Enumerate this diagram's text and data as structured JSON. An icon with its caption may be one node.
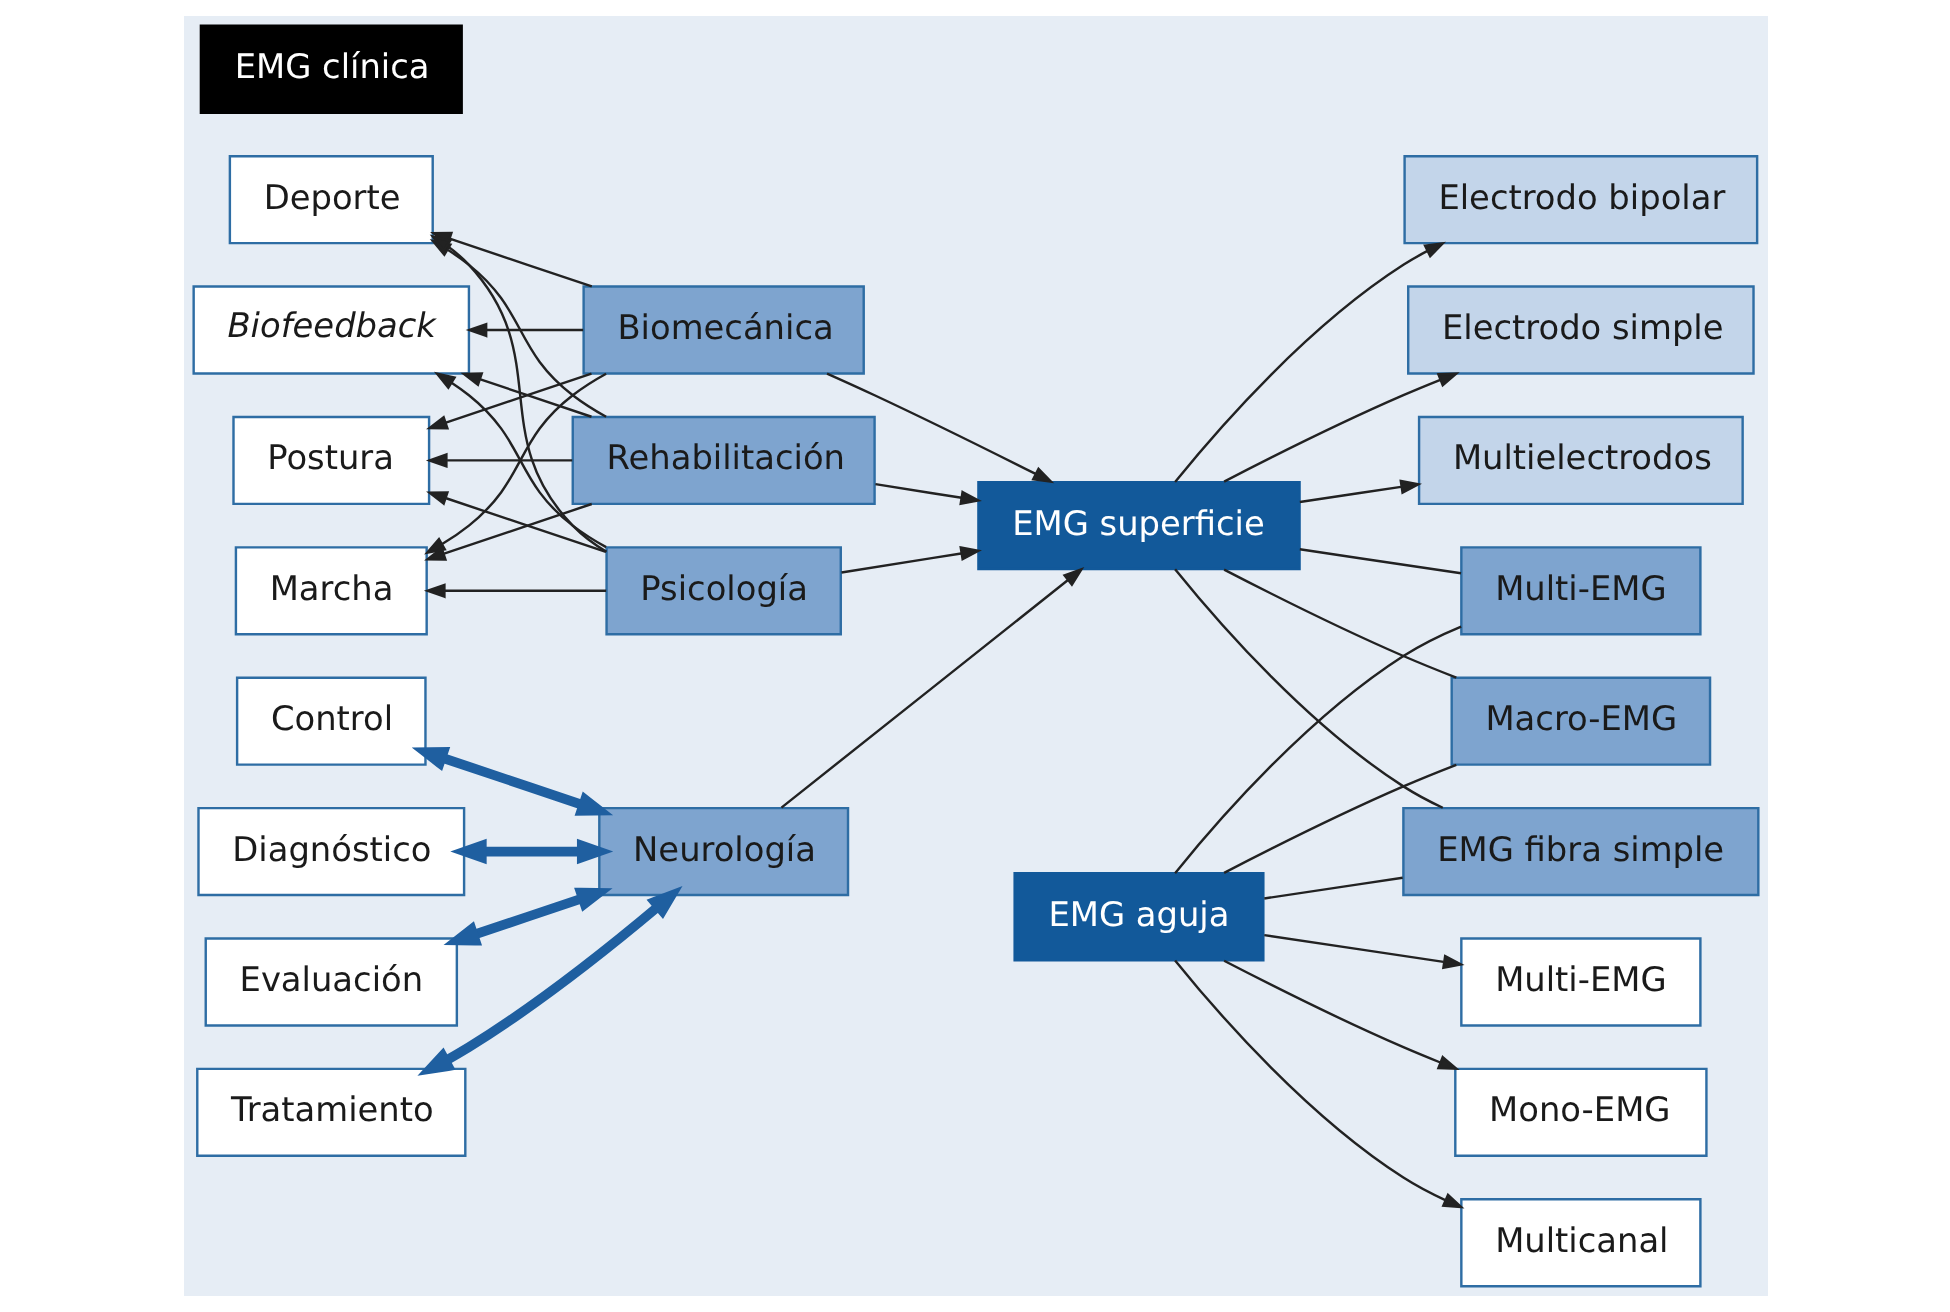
{
  "diagram": {
    "nodes": [
      {
        "text": [
          "Electrodo bipolar"
        ]
      },
      {
        "text": [
          "Electrodo simple"
        ]
      },
      {
        "text": [
          "Multielectrodos"
        ]
      },
      {
        "text": [
          "Postura"
        ]
      },
      {
        "text": [
          "Marcha"
        ]
      },
      {
        "text": [
          "Deporte"
        ]
      },
      {
        "text": [
          "Biofeedback"
        ]
      },
      {
        "text": [
          "Biomecánica"
        ]
      },
      {
        "text": [
          "Rehabilitación"
        ]
      },
      {
        "text": [
          "Psicología"
        ]
      },
      {
        "text": [
          "Neurología"
        ]
      },
      {
        "text": [
          "EMG superficie"
        ]
      },
      {
        "text": [
          "EMG aguja"
        ]
      },
      {
        "text": [
          "Multi-EMG"
        ]
      },
      {
        "text": [
          "Macro-EMG"
        ]
      },
      {
        "text": [
          "EMG fibra simple"
        ]
      },
      {
        "text": [
          "EMG clínica"
        ]
      },
      {
        "text": [
          "Control"
        ]
      },
      {
        "text": [
          "Diagnóstico"
        ]
      },
      {
        "text": [
          "Evaluación"
        ]
      },
      {
        "text": [
          "Tratamiento"
        ]
      },
      {
        "text": [
          "Multi-EMG"
        ]
      },
      {
        "text": [
          "Mono-EMG"
        ]
      },
      {
        "text": [
          "Multicanal"
        ]
      }
    ],
    "edges": [
      {
        "from": 11,
        "to": 0,
        "arrow": "to"
      },
      {
        "from": 11,
        "to": 1,
        "arrow": "to"
      },
      {
        "from": 11,
        "to": 2,
        "arrow": "to"
      },
      {
        "from": 7,
        "to": 3,
        "arrow": "to"
      },
      {
        "from": 7,
        "to": 4,
        "arrow": "to"
      },
      {
        "from": 7,
        "to": 5,
        "arrow": "to"
      },
      {
        "from": 7,
        "to": 6,
        "arrow": "to"
      },
      {
        "from": 8,
        "to": 3,
        "arrow": "to"
      },
      {
        "from": 8,
        "to": 4,
        "arrow": "to"
      },
      {
        "from": 8,
        "to": 5,
        "arrow": "to"
      },
      {
        "from": 8,
        "to": 6,
        "arrow": "to"
      },
      {
        "from": 9,
        "to": 3,
        "arrow": "to"
      },
      {
        "from": 9,
        "to": 4,
        "arrow": "to"
      },
      {
        "from": 9,
        "to": 5,
        "arrow": "to"
      },
      {
        "from": 9,
        "to": 6,
        "arrow": "to"
      },
      {
        "from": 7,
        "to": 11,
        "arrow": "to"
      },
      {
        "from": 8,
        "to": 11,
        "arrow": "to"
      },
      {
        "from": 9,
        "to": 11,
        "arrow": "to"
      },
      {
        "from": 10,
        "to": 11,
        "arrow": "to"
      },
      {
        "from": 11,
        "to": 13,
        "arrow": "none"
      },
      {
        "from": 11,
        "to": 14,
        "arrow": "none"
      },
      {
        "from": 11,
        "to": 15,
        "arrow": "none"
      },
      {
        "from": 12,
        "to": 13,
        "arrow": "none"
      },
      {
        "from": 12,
        "to": 14,
        "arrow": "none"
      },
      {
        "from": 12,
        "to": 15,
        "arrow": "none"
      },
      {
        "from": 10,
        "to": 17,
        "arrow": "both",
        "style": "thick",
        "color": "#1f5fa0"
      },
      {
        "from": 10,
        "to": 18,
        "arrow": "both",
        "style": "thick",
        "color": "#1f5fa0"
      },
      {
        "from": 10,
        "to": 19,
        "arrow": "both",
        "style": "thick",
        "color": "#1f5fa0"
      },
      {
        "from": 10,
        "to": 20,
        "arrow": "both",
        "style": "thick",
        "color": "#1f5fa0"
      },
      {
        "from": 12,
        "to": 21,
        "arrow": "to"
      },
      {
        "from": 12,
        "to": 22,
        "arrow": "to"
      },
      {
        "from": 12,
        "to": 23,
        "arrow": "to"
      }
    ]
  }
}
